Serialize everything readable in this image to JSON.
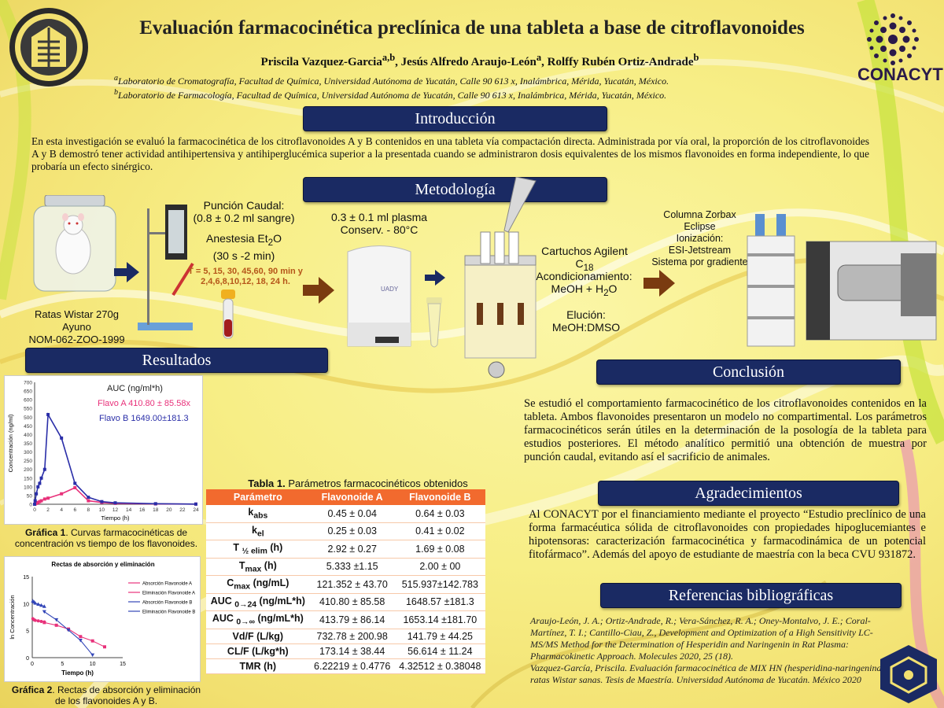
{
  "header": {
    "title": "Evaluación farmacocinética preclínica de una tableta a base de citroflavonoides",
    "authors": "Priscila Vazquez-Garciaa,b, Jesús Alfredo Araujo-Leóna,  Rolffy Rubén Ortiz-Andradeb",
    "affil_a": "aLaboratorio de Cromatografía, Facultad de Química, Universidad Autónoma de Yucatán, Calle 90 613 x, Inalámbrica, Mérida, Yucatán, México.",
    "affil_b": "bLaboratorio de Farmacología, Facultad de Química, Universidad Autónoma de Yucatán, Calle 90 613 x, Inalámbrica, Mérida, Yucatán, México.",
    "logo_right": "CONACYT"
  },
  "intro": {
    "heading": "Introducción",
    "text": "En esta investigación se evaluó la farmacocinética de los citroflavonoides A y B contenidos en una tableta vía compactación directa. Administrada por vía oral, la proporción de los citroflavonoides A y B demostró tener actividad antihipertensiva y antihiperglucémica superior a la presentada cuando se administraron dosis equivalentes de los mismos flavonoides en forma independiente, lo que probaría un efecto sinérgico."
  },
  "method": {
    "heading": "Metodología",
    "rats": [
      "Ratas Wistar 270g",
      "Ayuno",
      "NOM-062-ZOO-1999"
    ],
    "puncion": [
      "Punción Caudal:",
      "(0.8 ± 0.2 ml sangre)"
    ],
    "anestesia": [
      "Anestesia Et2O",
      "(30 s -2 min)"
    ],
    "times": [
      "T = 5, 15, 30, 45,60, 90 min y",
      "2,4,6,8,10,12, 18, 24 h."
    ],
    "plasma": [
      "0.3 ± 0.1 ml plasma",
      "Conserv. - 80°C"
    ],
    "cartuchos": "Cartuchos Agilent C18",
    "acond": [
      "Acondicionamiento:",
      "MeOH + H2O"
    ],
    "elucion": [
      "Elución:",
      "MeOH:DMSO"
    ],
    "columna": [
      "Columna Zorbax Eclipse",
      "Ionización:",
      "ESI-Jetstream",
      "Sistema por gradiente"
    ]
  },
  "results": {
    "heading": "Resultados",
    "graph1_caption_bold": "Gráfica 1",
    "graph1_caption": ". Curvas farmacocinéticas de concentración vs tiempo de los flavonoides.",
    "graph2_caption_bold": "Gráfica 2",
    "graph2_caption": ". Rectas de absorción y eliminación de los flavonoides A y B.",
    "auc_title": "AUC (ng/ml*h)",
    "auc_a": "Flavo  A 410.80 ± 85.58x",
    "auc_b": "Flavo B  1649.00±181.3",
    "table_title_bold": "Tabla 1.",
    "table_title": " Parámetros farmacocinéticos obtenidos",
    "table_headers": [
      "Parámetro",
      "Flavonoide A",
      "Flavonoide B"
    ],
    "table_rows": [
      [
        "kabs",
        "0.45 ± 0.04",
        "0.64 ± 0.03"
      ],
      [
        "kel",
        "0.25 ± 0.03",
        "0.41 ± 0.02"
      ],
      [
        "T ½ elim (h)",
        "2.92 ± 0.27",
        "1.69 ± 0.08"
      ],
      [
        "Tmax (h)",
        "5.333 ±1.15",
        "2.00 ± 00"
      ],
      [
        "Cmax (ng/mL)",
        "121.352 ± 43.70",
        "515.937±142.783"
      ],
      [
        "AUC 0→24 (ng/mL*h)",
        "410.80 ± 85.58",
        "1648.57 ±181.3"
      ],
      [
        "AUC 0→∞ (ng/mL*h)",
        "413.79 ± 86.14",
        "1653.14 ±181.70"
      ],
      [
        "Vd/F (L/kg)",
        "732.78 ± 200.98",
        "141.79 ± 44.25"
      ],
      [
        "CL/F (L/kg*h)",
        "173.14 ± 38.44",
        "56.614 ± 11.24"
      ],
      [
        "TMR (h)",
        "6.22219 ± 0.4776",
        "4.32512 ± 0.38048"
      ]
    ]
  },
  "conclusion": {
    "heading": "Conclusión",
    "text": "Se estudió el comportamiento farmacocinético de los citroflavonoides contenidos en la tableta. Ambos flavonoides presentaron un modelo no compartimental. Los parámetros farmacocinéticos serán útiles en la determinación de la posología de la tableta para estudios posteriores.  El método analítico permitió una obtención de muestra por punción caudal, evitando así el sacrificio de animales."
  },
  "ack": {
    "heading": "Agradecimientos",
    "text": "Al CONACYT por el financiamiento mediante el proyecto “Estudio preclínico de una forma farmacéutica sólida de citroflavonoides con propiedades hipoglucemiantes e hipotensoras: caracterización farmacocinética y farmacodinámica de un potencial fitofármaco”. Además del apoyo de estudiante de maestría con la beca CVU 931872."
  },
  "refs": {
    "heading": "Referencias bibliográficas",
    "items": [
      "Araujo-León, J. A.; Ortiz-Andrade, R.; Vera-Sánchez, R. A.; Oney-Montalvo, J. E.; Coral-Martínez, T. I.; Cantillo-Ciau, Z., Development and Optimization of a High Sensitivity LC-MS/MS Method for the Determination of Hesperidin and Naringenin in Rat Plasma: Pharmacokinetic Approach. Molecules 2020, 25 (18).",
      "Vazquez-García, Priscila. Evaluación farmacocinética de MIX HN (hesperidina-naringenina) en ratas Wistar sanas. Tesis de Maestría. Universidad Autónoma de Yucatán. México 2020"
    ]
  },
  "chart_data": [
    {
      "type": "line",
      "xlabel": "Tiempo (h)",
      "ylabel": "Concentración (ng/ml)",
      "xlim": [
        0,
        24
      ],
      "ylim": [
        0,
        700
      ],
      "xticks": [
        0,
        2,
        4,
        6,
        8,
        10,
        12,
        14,
        16,
        18,
        20,
        22,
        24
      ],
      "yticks": [
        0,
        50,
        100,
        150,
        200,
        250,
        300,
        350,
        400,
        450,
        500,
        550,
        600,
        650,
        700
      ],
      "series": [
        {
          "name": "Flavo  A",
          "color": "#e8317a",
          "x": [
            0,
            0.08,
            0.25,
            0.5,
            0.75,
            1,
            1.5,
            2,
            4,
            6,
            8,
            10,
            12,
            18,
            24
          ],
          "y": [
            0,
            2,
            5,
            10,
            15,
            20,
            30,
            35,
            60,
            95,
            20,
            10,
            5,
            2,
            1
          ]
        },
        {
          "name": "Flavo B",
          "color": "#2a2ea8",
          "x": [
            0,
            0.08,
            0.25,
            0.5,
            0.75,
            1,
            1.5,
            2,
            4,
            6,
            8,
            10,
            12,
            18,
            24
          ],
          "y": [
            0,
            20,
            60,
            100,
            120,
            150,
            200,
            515,
            380,
            120,
            40,
            15,
            8,
            3,
            1
          ]
        }
      ]
    },
    {
      "type": "scatter",
      "title": "Rectas de absorción y eliminación",
      "xlabel": "Tiempo (h)",
      "ylabel": "ln Concentración",
      "xlim": [
        0,
        15
      ],
      "ylim": [
        0,
        15
      ],
      "xticks": [
        0,
        5,
        10,
        15
      ],
      "yticks": [
        0,
        5,
        10,
        15
      ],
      "series": [
        {
          "name": "Absorción Flavonoide A",
          "color": "#e8317a",
          "marker": "circle",
          "x": [
            0.1,
            0.3,
            0.5,
            1,
            1.5,
            2
          ],
          "y": [
            7.2,
            7.0,
            6.9,
            6.8,
            6.7,
            6.6
          ]
        },
        {
          "name": "Eliminación Flavonoide A",
          "color": "#e8317a",
          "marker": "square",
          "x": [
            2,
            4,
            6,
            8,
            10,
            12
          ],
          "y": [
            6.5,
            6.0,
            5.3,
            3.9,
            3.1,
            2.0
          ]
        },
        {
          "name": "Absorción Flavonoide B",
          "color": "#3346b8",
          "marker": "triangle",
          "x": [
            0.1,
            0.3,
            0.5,
            1,
            1.5,
            2
          ],
          "y": [
            10.5,
            10.3,
            10.1,
            9.9,
            9.7,
            9.5
          ]
        },
        {
          "name": "Eliminación Flavonoide B",
          "color": "#3346b8",
          "marker": "triangle-down",
          "x": [
            2,
            4,
            6,
            8,
            10
          ],
          "y": [
            8.5,
            7.0,
            5.1,
            3.2,
            0.5
          ]
        }
      ]
    }
  ]
}
